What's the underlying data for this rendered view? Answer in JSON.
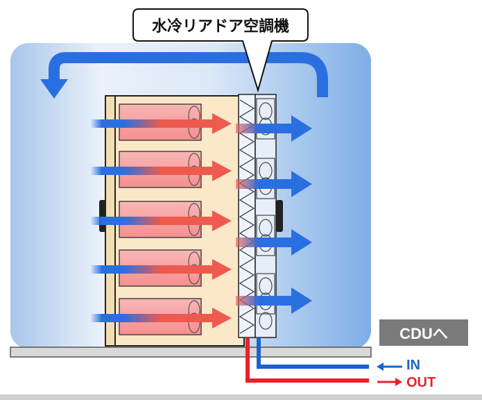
{
  "callout": {
    "text": "水冷リアドア空調機"
  },
  "cdu": {
    "text": "CDUへ"
  },
  "legend": {
    "in": "IN",
    "out": "OUT"
  },
  "colors": {
    "room_gradient_edge": "#a9c6ea",
    "rack_fill": "#fbe8c8",
    "server_fill": "#f8a7a7",
    "hot_arrow": "#ef5a4e",
    "cold_arrow": "#2a6fe0",
    "pipe_in": "#1a63c9",
    "pipe_out": "#e8222a",
    "cdu_box": "#7a7a7a"
  }
}
